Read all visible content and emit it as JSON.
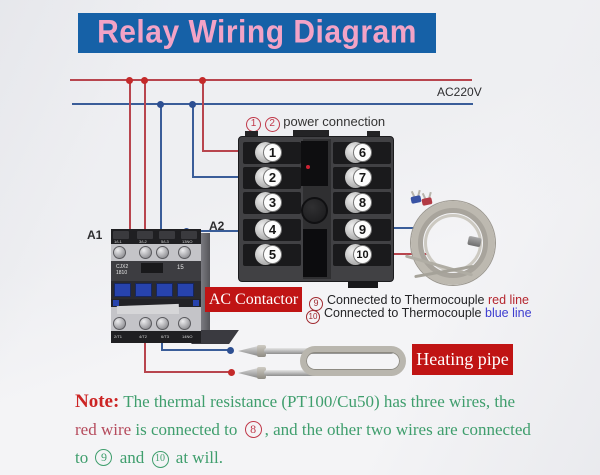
{
  "title": "Relay Wiring Diagram",
  "power": {
    "label": "AC220V",
    "connection_nums": [
      "1",
      "2"
    ],
    "connection_text": "power connection"
  },
  "relay": {
    "left_terminals": [
      "1",
      "2",
      "3",
      "4",
      "5"
    ],
    "right_terminals": [
      "6",
      "7",
      "8",
      "9",
      "10"
    ]
  },
  "contactor": {
    "label_a1": "A1",
    "label_a2": "A2",
    "model_line1": "CJX2",
    "model_line2": "1810",
    "rating": "15",
    "top_terminals": [
      "1/L1",
      "3/L2",
      "5/L3",
      "13NO"
    ],
    "bottom_terminals": [
      "2/T1",
      "4/T2",
      "6/T3",
      "14NO"
    ],
    "tag": "AC Contactor"
  },
  "thermocouple": {
    "line1_num": "9",
    "line1_text": "Connected to Thermocouple",
    "line1_highlight": "red line",
    "line2_num": "10",
    "line2_text": "Connected to Thermocouple",
    "line2_highlight": "blue line"
  },
  "heating": {
    "tag": "Heating pipe"
  },
  "note": {
    "prefix": "Note:",
    "line1": "The thermal resistance (PT100/Cu50) has three wires, the",
    "line2_red": "red wire",
    "line2_mid": "is connected to",
    "line2_num": "8",
    "line2_tail": ", and the other two wires are connected",
    "line3_pre": "to",
    "line3_num1": "9",
    "line3_and": "and",
    "line3_num2": "10",
    "line3_tail": "at will."
  },
  "colors": {
    "banner_bg": "#1661a7",
    "banner_text": "#f2a3c6",
    "tag_bg": "#c01414",
    "wire_live_red": "#b8454e",
    "wire_neutral_blue": "#3a5d99",
    "note_green": "#3f9e6d",
    "note_red": "#b54a5c",
    "thermo_red_text": "#b5262e",
    "thermo_blue_text": "#3d3dd0"
  }
}
